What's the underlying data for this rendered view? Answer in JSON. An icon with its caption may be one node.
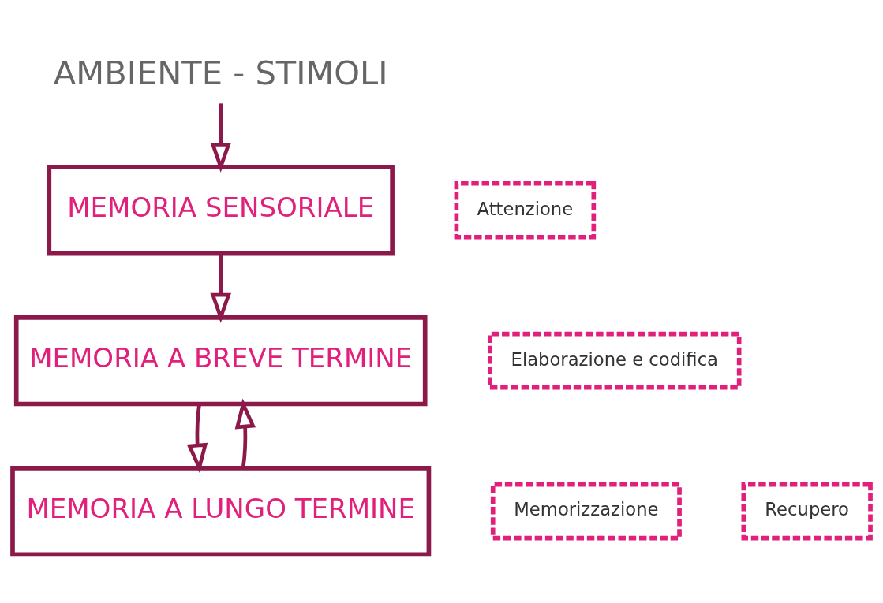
{
  "diagram": {
    "nodes": [
      {
        "text": [
          "AMBIENTE - STIMOLI"
        ]
      },
      {
        "text": [
          "MEMORIA SENSORIALE"
        ]
      },
      {
        "text": [
          "Attenzione"
        ]
      },
      {
        "text": [
          "MEMORIA A BREVE TERMINE"
        ]
      },
      {
        "text": [
          "Elaborazione e codifica"
        ]
      },
      {
        "text": [
          "Memorizzazione"
        ]
      },
      {
        "text": [
          "Recupero"
        ]
      },
      {
        "text": [
          "MEMORIA A LUNGO TERMINE"
        ]
      }
    ],
    "edges": [
      {
        "from": 0,
        "to": 1,
        "arrow": "to"
      },
      {
        "from": 1,
        "to": 3,
        "arrow": "to"
      },
      {
        "from": 3,
        "to": 7,
        "arrow": "to"
      },
      {
        "from": 7,
        "to": 3,
        "arrow": "to"
      }
    ]
  }
}
